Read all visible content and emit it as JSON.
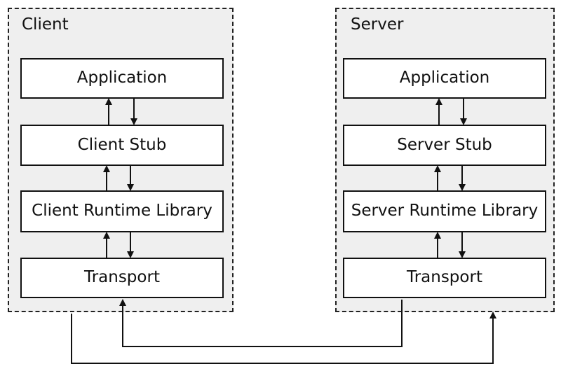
{
  "client": {
    "title": "Client",
    "layers": [
      "Application",
      "Client Stub",
      "Client Runtime Library",
      "Transport"
    ]
  },
  "server": {
    "title": "Server",
    "layers": [
      "Application",
      "Server Stub",
      "Server Runtime Library",
      "Transport"
    ]
  }
}
